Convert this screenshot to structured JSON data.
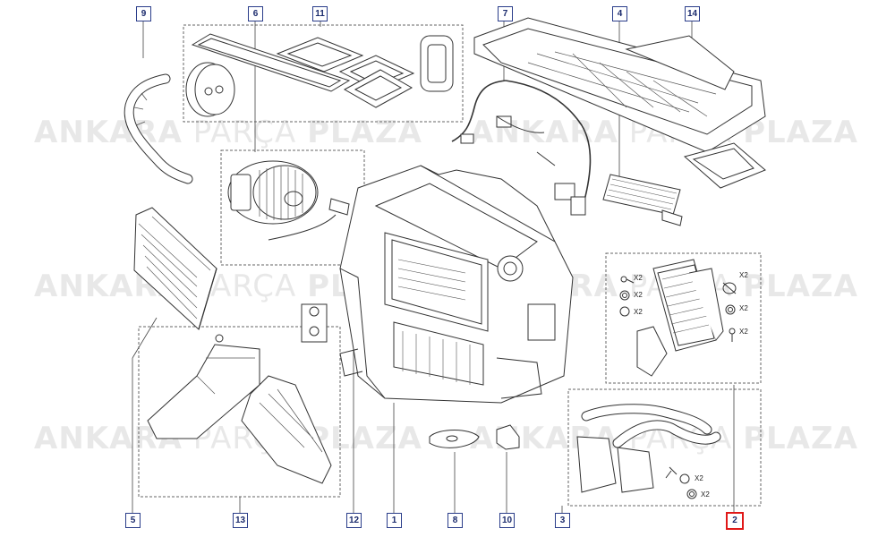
{
  "watermark": {
    "part1": "ANKARA",
    "part2": "PARÇA",
    "part3": "PLAZA"
  },
  "callouts": [
    {
      "id": "c9",
      "label": "9"
    },
    {
      "id": "c6",
      "label": "6"
    },
    {
      "id": "c11",
      "label": "11"
    },
    {
      "id": "c7",
      "label": "7"
    },
    {
      "id": "c4",
      "label": "4"
    },
    {
      "id": "c14",
      "label": "14"
    },
    {
      "id": "c5",
      "label": "5"
    },
    {
      "id": "c13",
      "label": "13"
    },
    {
      "id": "c12",
      "label": "12"
    },
    {
      "id": "c1",
      "label": "1"
    },
    {
      "id": "c8",
      "label": "8"
    },
    {
      "id": "c10",
      "label": "10"
    },
    {
      "id": "c3",
      "label": "3"
    },
    {
      "id": "c2",
      "label": "2",
      "highlighted": true
    }
  ],
  "quantities": [
    "X2",
    "X2",
    "X2",
    "X2",
    "X2",
    "X2",
    "X2",
    "X2"
  ],
  "colors": {
    "callout_border": "#2a3d8a",
    "highlight": "#e01818",
    "line": "#333333",
    "watermark": "#999999"
  }
}
